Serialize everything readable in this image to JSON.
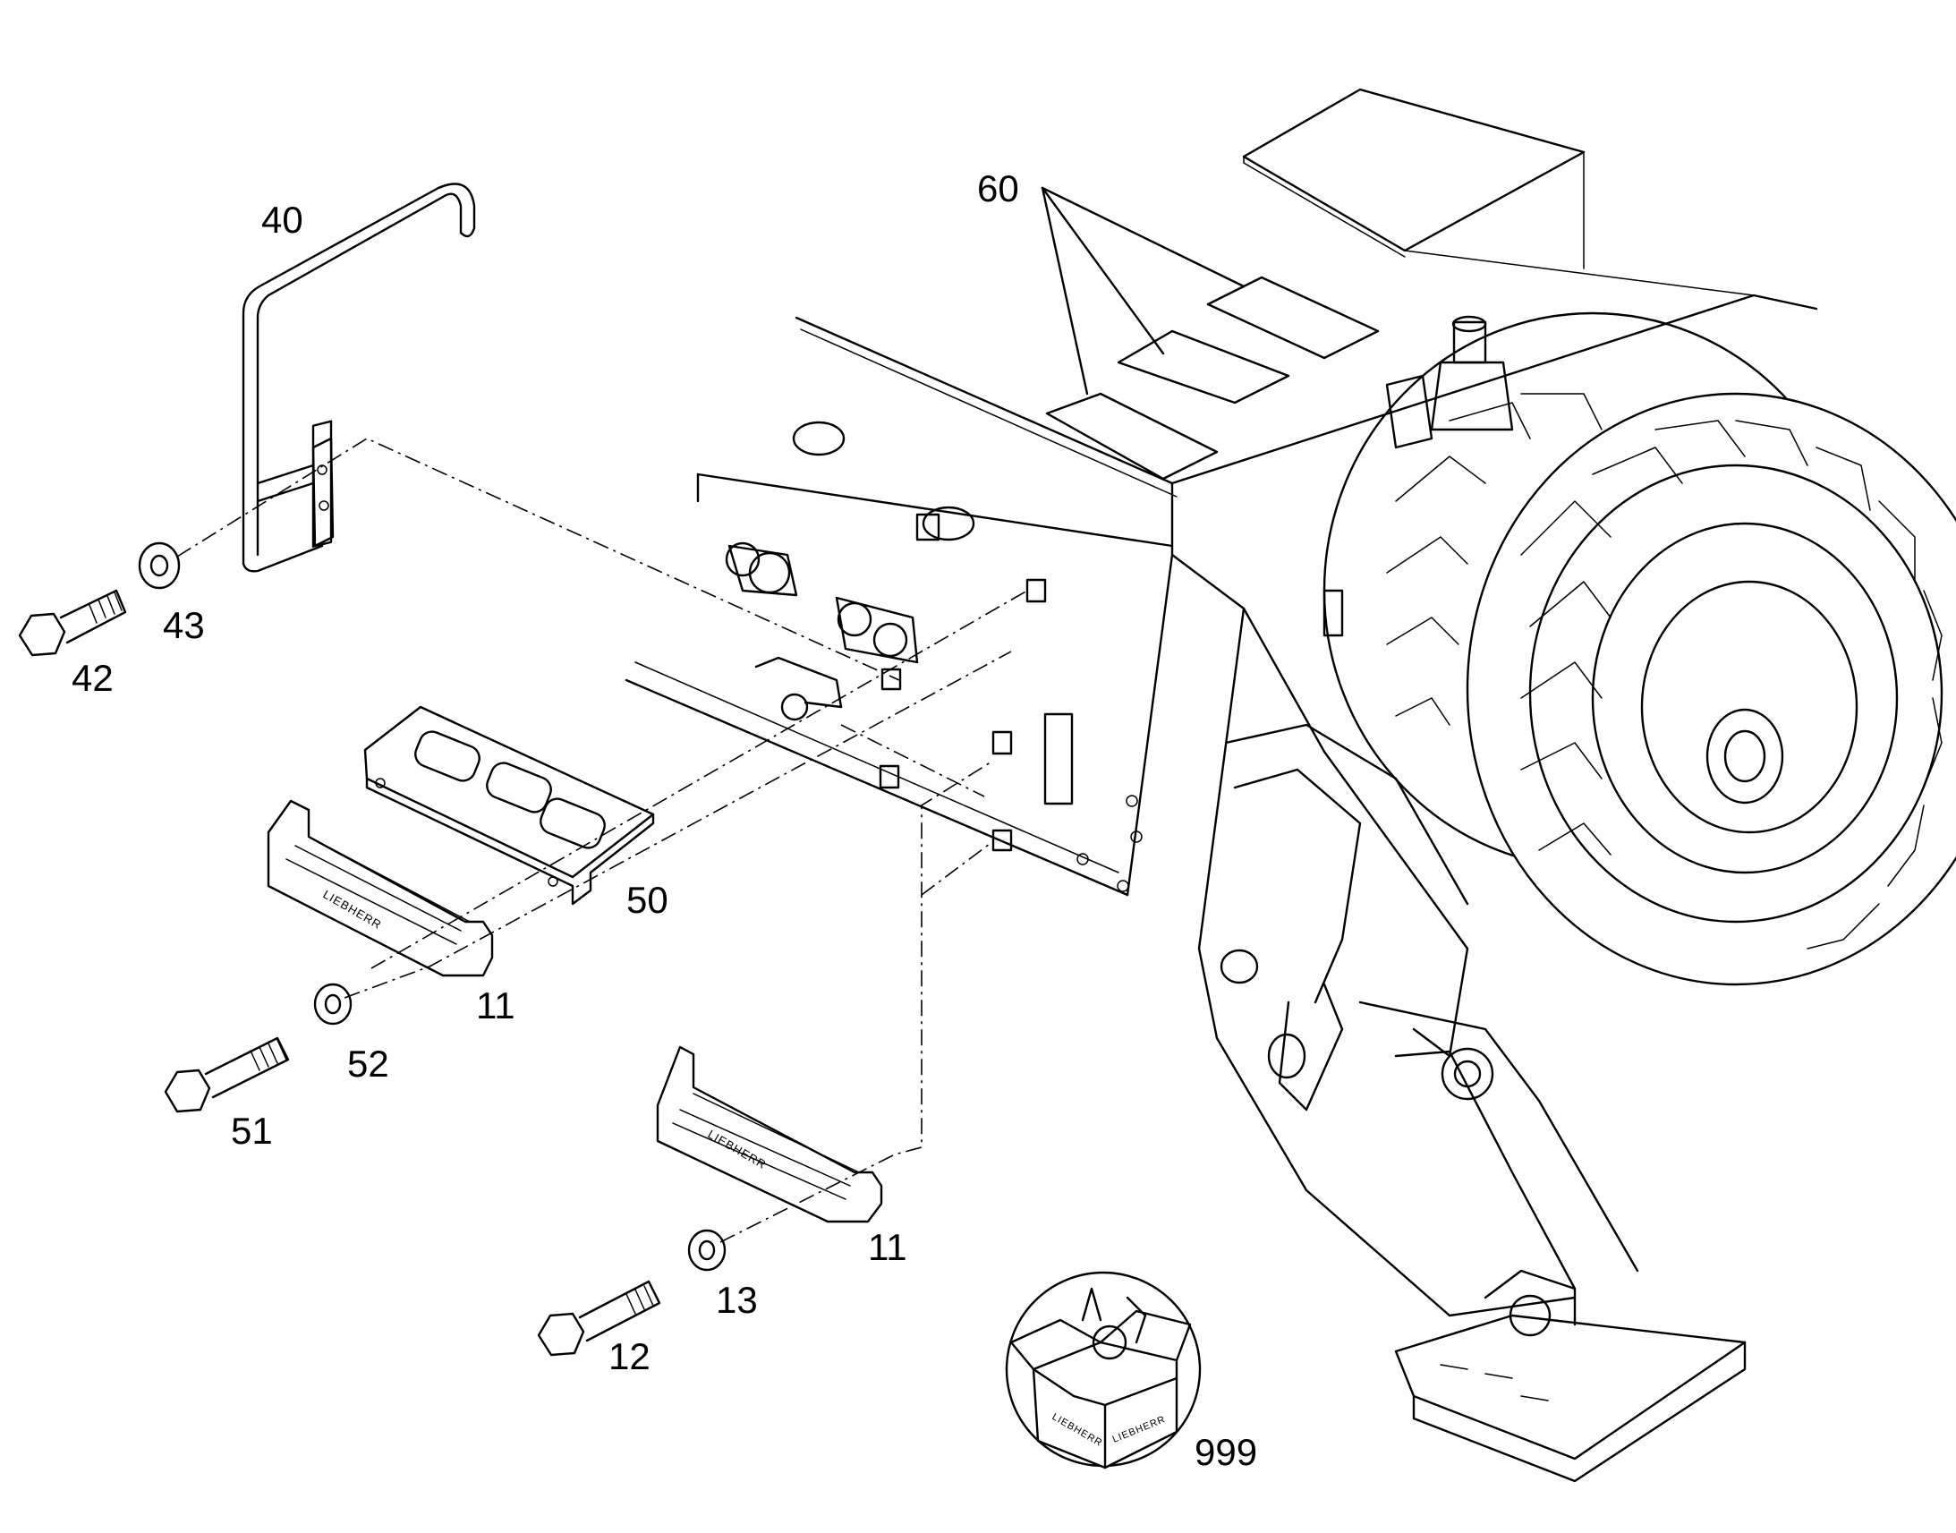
{
  "callouts": {
    "c40": "40",
    "c42": "42",
    "c43": "43",
    "c50": "50",
    "c11a": "11",
    "c51": "51",
    "c52": "52",
    "c11b": "11",
    "c12": "12",
    "c13": "13",
    "c60": "60",
    "c999": "999"
  },
  "stamp_text": {
    "step_a": "LIEBHERR",
    "step_b": "LIEBHERR",
    "box_a": "LIEBHERR",
    "box_b": "LIEBHERR"
  }
}
